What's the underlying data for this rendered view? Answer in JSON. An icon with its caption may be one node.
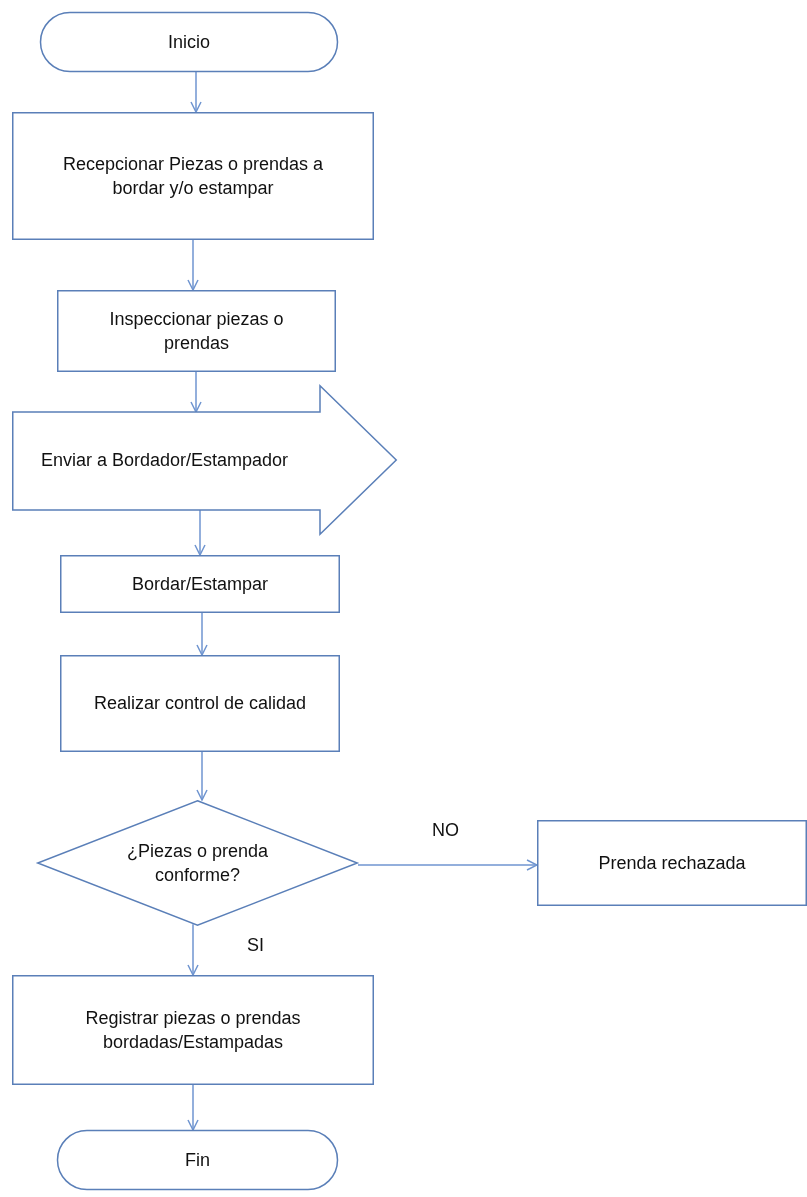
{
  "diagram": {
    "nodes": [
      {
        "text": [
          "Inicio"
        ]
      },
      {
        "text": [
          "Recepcionar Piezas o prendas a bordar y/o estampar"
        ]
      },
      {
        "text": [
          "Inspeccionar piezas o prendas"
        ]
      },
      {
        "text": [
          "Enviar a Bordador/Estampador"
        ]
      },
      {
        "text": [
          "Bordar/Estampar"
        ]
      },
      {
        "text": [
          "Realizar control de calidad"
        ]
      },
      {
        "text": [
          "¿Piezas o prenda conforme?"
        ]
      },
      {
        "text": [
          "Prenda rechazada"
        ]
      },
      {
        "text": [
          "Registrar piezas o prendas bordadas/Estampadas"
        ]
      },
      {
        "text": [
          "Fin"
        ]
      }
    ],
    "edges": [
      {
        "from": 0,
        "to": 1,
        "arrow": "to"
      },
      {
        "from": 1,
        "to": 2,
        "arrow": "to"
      },
      {
        "from": 2,
        "to": 3,
        "arrow": "to"
      },
      {
        "from": 3,
        "to": 4,
        "arrow": "to"
      },
      {
        "from": 4,
        "to": 5,
        "arrow": "to"
      },
      {
        "from": 5,
        "to": 6,
        "arrow": "to"
      },
      {
        "from": 6,
        "to": 7,
        "arrow": "to",
        "label": "NO"
      },
      {
        "from": 6,
        "to": 8,
        "arrow": "to",
        "label": "SI"
      },
      {
        "from": 8,
        "to": 9,
        "arrow": "to"
      }
    ]
  }
}
